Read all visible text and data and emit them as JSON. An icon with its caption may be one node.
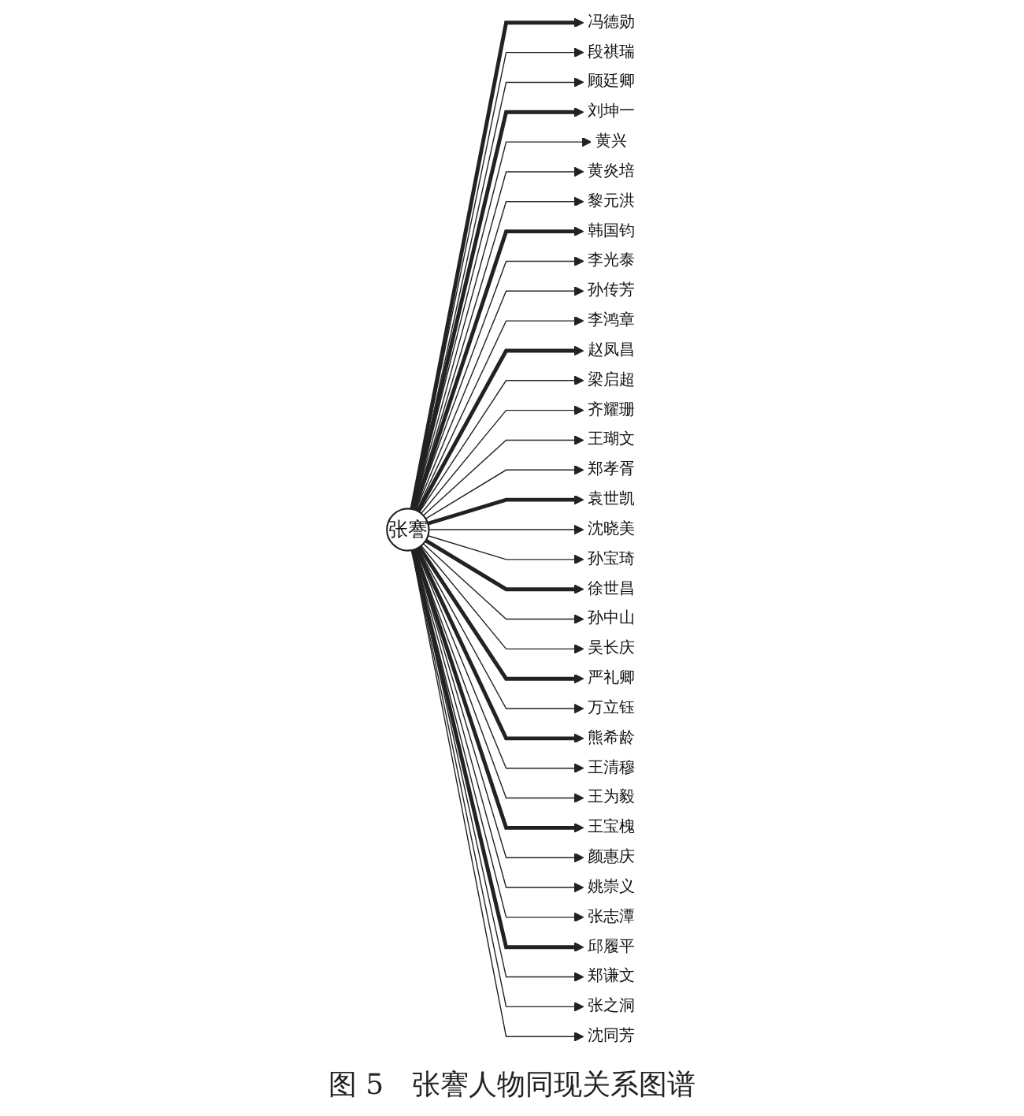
{
  "diagram": {
    "caption": "图 5　张謇人物同现关系图谱",
    "nodes": [
      {
        "text": [
          "张謇"
        ]
      },
      {
        "text": [
          "冯德勋"
        ]
      },
      {
        "text": [
          "段祺瑞"
        ]
      },
      {
        "text": [
          "顾廷卿"
        ]
      },
      {
        "text": [
          "刘坤一"
        ]
      },
      {
        "text": [
          "黄兴"
        ]
      },
      {
        "text": [
          "黄炎培"
        ]
      },
      {
        "text": [
          "黎元洪"
        ]
      },
      {
        "text": [
          "韩国钧"
        ]
      },
      {
        "text": [
          "李光泰"
        ]
      },
      {
        "text": [
          "孙传芳"
        ]
      },
      {
        "text": [
          "李鸿章"
        ]
      },
      {
        "text": [
          "赵凤昌"
        ]
      },
      {
        "text": [
          "梁启超"
        ]
      },
      {
        "text": [
          "齐耀珊"
        ]
      },
      {
        "text": [
          "王瑚文"
        ]
      },
      {
        "text": [
          "郑孝胥"
        ]
      },
      {
        "text": [
          "袁世凯"
        ]
      },
      {
        "text": [
          "沈晓美"
        ]
      },
      {
        "text": [
          "孙宝琦"
        ]
      },
      {
        "text": [
          "徐世昌"
        ]
      },
      {
        "text": [
          "孙中山"
        ]
      },
      {
        "text": [
          "吴长庆"
        ]
      },
      {
        "text": [
          "严礼卿"
        ]
      },
      {
        "text": [
          "万立钰"
        ]
      },
      {
        "text": [
          "熊希龄"
        ]
      },
      {
        "text": [
          "王清穆"
        ]
      },
      {
        "text": [
          "王为毅"
        ]
      },
      {
        "text": [
          "王宝槐"
        ]
      },
      {
        "text": [
          "颜惠庆"
        ]
      },
      {
        "text": [
          "姚崇义"
        ]
      },
      {
        "text": [
          "张志潭"
        ]
      },
      {
        "text": [
          "邱履平"
        ]
      },
      {
        "text": [
          "郑谦文"
        ]
      },
      {
        "text": [
          "张之洞"
        ]
      },
      {
        "text": [
          "沈同芳"
        ]
      }
    ],
    "edges": [
      {
        "from": 0,
        "to": 1,
        "arrow": "to",
        "style": "thick"
      },
      {
        "from": 0,
        "to": 2,
        "arrow": "to"
      },
      {
        "from": 0,
        "to": 3,
        "arrow": "to"
      },
      {
        "from": 0,
        "to": 4,
        "arrow": "to",
        "style": "thick"
      },
      {
        "from": 0,
        "to": 5,
        "arrow": "to"
      },
      {
        "from": 0,
        "to": 6,
        "arrow": "to"
      },
      {
        "from": 0,
        "to": 7,
        "arrow": "to"
      },
      {
        "from": 0,
        "to": 8,
        "arrow": "to",
        "style": "thick"
      },
      {
        "from": 0,
        "to": 9,
        "arrow": "to"
      },
      {
        "from": 0,
        "to": 10,
        "arrow": "to"
      },
      {
        "from": 0,
        "to": 11,
        "arrow": "to"
      },
      {
        "from": 0,
        "to": 12,
        "arrow": "to",
        "style": "thick"
      },
      {
        "from": 0,
        "to": 13,
        "arrow": "to"
      },
      {
        "from": 0,
        "to": 14,
        "arrow": "to"
      },
      {
        "from": 0,
        "to": 15,
        "arrow": "to"
      },
      {
        "from": 0,
        "to": 16,
        "arrow": "to"
      },
      {
        "from": 0,
        "to": 17,
        "arrow": "to",
        "style": "thick"
      },
      {
        "from": 0,
        "to": 18,
        "arrow": "to"
      },
      {
        "from": 0,
        "to": 19,
        "arrow": "to"
      },
      {
        "from": 0,
        "to": 20,
        "arrow": "to",
        "style": "thick"
      },
      {
        "from": 0,
        "to": 21,
        "arrow": "to"
      },
      {
        "from": 0,
        "to": 22,
        "arrow": "to"
      },
      {
        "from": 0,
        "to": 23,
        "arrow": "to",
        "style": "thick"
      },
      {
        "from": 0,
        "to": 24,
        "arrow": "to"
      },
      {
        "from": 0,
        "to": 25,
        "arrow": "to",
        "style": "thick"
      },
      {
        "from": 0,
        "to": 26,
        "arrow": "to"
      },
      {
        "from": 0,
        "to": 27,
        "arrow": "to"
      },
      {
        "from": 0,
        "to": 28,
        "arrow": "to",
        "style": "thick"
      },
      {
        "from": 0,
        "to": 29,
        "arrow": "to"
      },
      {
        "from": 0,
        "to": 30,
        "arrow": "to"
      },
      {
        "from": 0,
        "to": 31,
        "arrow": "to"
      },
      {
        "from": 0,
        "to": 32,
        "arrow": "to",
        "style": "thick"
      },
      {
        "from": 0,
        "to": 33,
        "arrow": "to"
      },
      {
        "from": 0,
        "to": 34,
        "arrow": "to"
      },
      {
        "from": 0,
        "to": 35,
        "arrow": "to"
      }
    ]
  }
}
